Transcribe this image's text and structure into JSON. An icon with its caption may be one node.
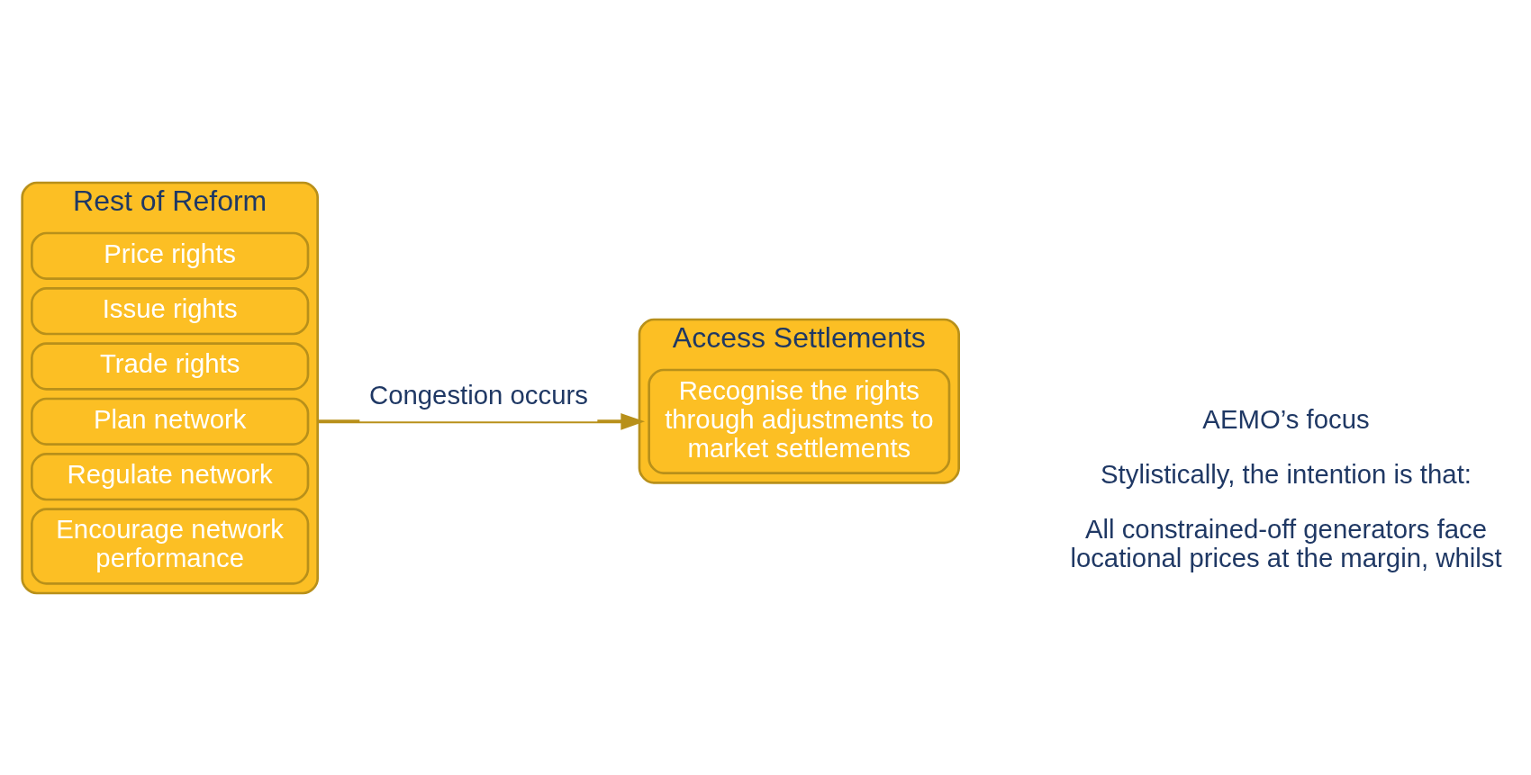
{
  "diagram": {
    "nodes": [
      {
        "text": [
          "Rest of Reform"
        ]
      },
      {
        "text": [
          "Price rights"
        ],
        "in": 0
      },
      {
        "text": [
          "Issue rights"
        ],
        "in": 0
      },
      {
        "text": [
          "Trade rights"
        ],
        "in": 0
      },
      {
        "text": [
          "Plan network"
        ],
        "in": 0
      },
      {
        "text": [
          "Regulate network"
        ],
        "in": 0
      },
      {
        "text": [
          "Encourage network performance"
        ],
        "in": 0
      },
      {
        "text": [
          "Access Settlements"
        ]
      },
      {
        "text": [
          "Recognise the rights through adjustments to market settlements"
        ],
        "in": 7
      }
    ],
    "edges": [
      {
        "from": 0,
        "to": 7,
        "arrow": "to",
        "label": "Congestion occurs"
      }
    ],
    "labels": [
      "AEMO’s focus",
      "Stylistically, the intention is that:",
      "All constrained-off generators face locational prices at the margin, whilst"
    ]
  }
}
